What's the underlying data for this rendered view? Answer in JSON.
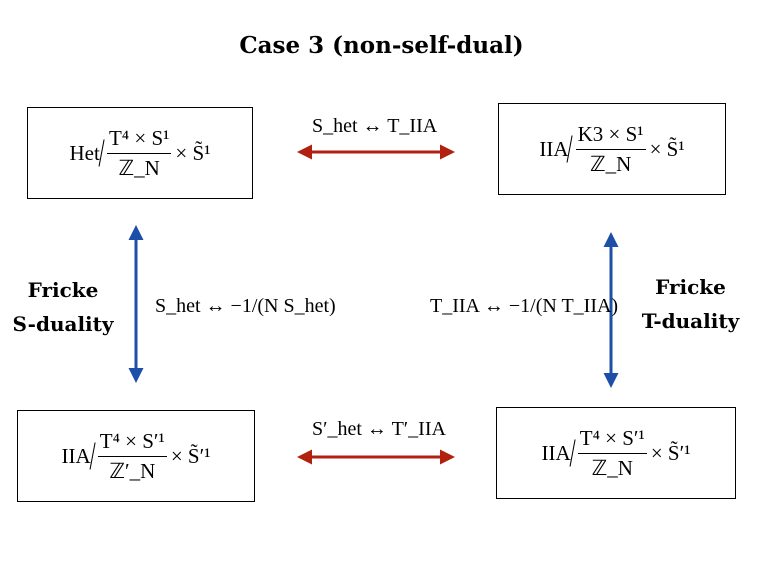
{
  "title": "Case 3 (non-self-dual)",
  "boxes": {
    "top_left": {
      "prefix": "Het",
      "num": "T⁴ × S¹",
      "den": "ℤ_N",
      "suffix": "× S̃¹"
    },
    "top_right": {
      "prefix": "IIA",
      "num": "K3 × S¹",
      "den": "ℤ_N",
      "suffix": "× S̃¹"
    },
    "bottom_left": {
      "prefix": "IIA",
      "num": "T⁴ × S′¹",
      "den": "ℤ′_N",
      "suffix": "× S̃′¹"
    },
    "bottom_right": {
      "prefix": "IIA",
      "num": "T⁴ × S′¹",
      "den": "ℤ_N",
      "suffix": "× S̃′¹"
    }
  },
  "relations": {
    "top": "S_het ↔ T_IIA",
    "bottom": "S′_het ↔ T′_IIA",
    "left": "S_het ↔ −1/(N S_het)",
    "right": "T_IIA ↔ −1/(N T_IIA)"
  },
  "side_labels": {
    "left": [
      "Fricke",
      "S-duality"
    ],
    "right": [
      "Fricke",
      "T-duality"
    ]
  },
  "colors": {
    "horizontal_arrow": "#b22010",
    "vertical_arrow": "#1d4fa8"
  }
}
